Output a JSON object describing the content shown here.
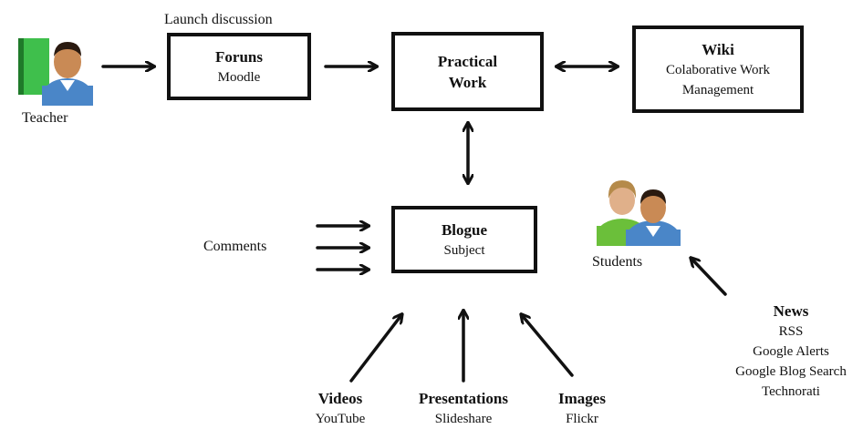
{
  "teacher": {
    "label": "Teacher",
    "icon": "teacher-icon"
  },
  "launch": {
    "label": "Launch discussion"
  },
  "foruns": {
    "title": "Foruns",
    "sub": "Moodle"
  },
  "practical": {
    "title_line1": "Practical",
    "title_line2": "Work"
  },
  "wiki": {
    "title": "Wiki",
    "sub1": "Colaborative Work",
    "sub2": "Management"
  },
  "blogue": {
    "title": "Blogue",
    "sub": "Subject"
  },
  "comments": {
    "label": "Comments"
  },
  "students": {
    "label": "Students",
    "icon": "students-icon"
  },
  "news": {
    "title": "News",
    "items": [
      "RSS",
      "Google Alerts",
      "Google Blog Search",
      "Technorati"
    ]
  },
  "videos": {
    "title": "Videos",
    "sub": "YouTube"
  },
  "presentations": {
    "title": "Presentations",
    "sub": "Slideshare"
  },
  "images": {
    "title": "Images",
    "sub": "Flickr"
  },
  "colors": {
    "stroke": "#111111",
    "book_green": "#2e9b3a",
    "shirt_blue": "#4a86c8",
    "skin": "#c98a55",
    "hair": "#2a1a10"
  }
}
